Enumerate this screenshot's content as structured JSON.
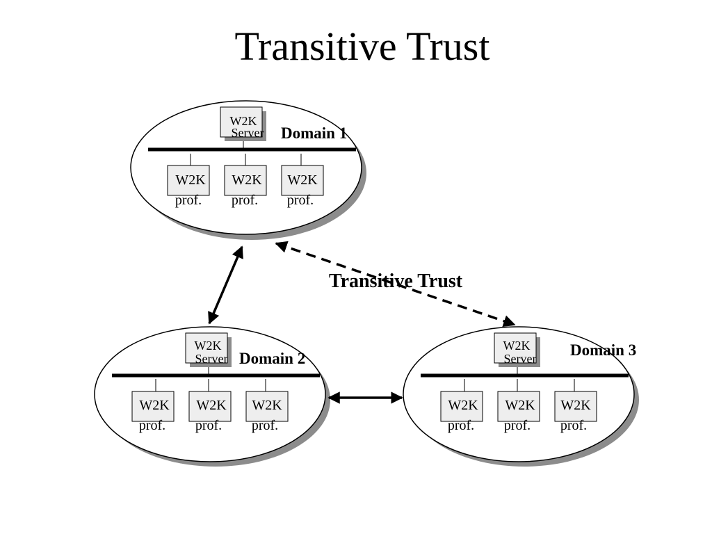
{
  "title": "Transitive Trust",
  "trust_label": "Transitive Trust",
  "domains": [
    {
      "name": "Domain 1",
      "server": {
        "line1": "W2K",
        "line2": "Server"
      },
      "clients": [
        {
          "line1": "W2K",
          "line2": "prof."
        },
        {
          "line1": "W2K",
          "line2": "prof."
        },
        {
          "line1": "W2K",
          "line2": "prof."
        }
      ]
    },
    {
      "name": "Domain 2",
      "server": {
        "line1": "W2K",
        "line2": "Server"
      },
      "clients": [
        {
          "line1": "W2K",
          "line2": "prof."
        },
        {
          "line1": "W2K",
          "line2": "prof."
        },
        {
          "line1": "W2K",
          "line2": "prof."
        }
      ]
    },
    {
      "name": "Domain 3",
      "server": {
        "line1": "W2K",
        "line2": "Server"
      },
      "clients": [
        {
          "line1": "W2K",
          "line2": "prof."
        },
        {
          "line1": "W2K",
          "line2": "prof."
        },
        {
          "line1": "W2K",
          "line2": "prof."
        }
      ]
    }
  ],
  "colors": {
    "box_fill": "#eeeeee",
    "shadow": "#8c8c8c",
    "stroke": "#000000"
  }
}
